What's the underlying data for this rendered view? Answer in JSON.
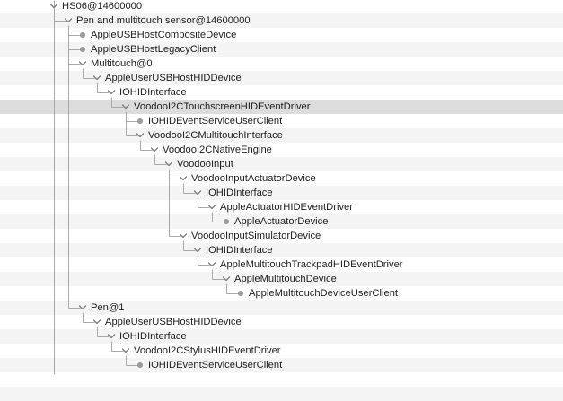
{
  "tree": {
    "nodes": [
      {
        "label": "HS06@14600000",
        "depth": 0,
        "kind": "open"
      },
      {
        "label": "Pen and multitouch sensor@14600000",
        "depth": 1,
        "kind": "open"
      },
      {
        "label": "AppleUSBHostCompositeDevice",
        "depth": 2,
        "kind": "leaf"
      },
      {
        "label": "AppleUSBHostLegacyClient",
        "depth": 2,
        "kind": "leaf"
      },
      {
        "label": "Multitouch@0",
        "depth": 2,
        "kind": "open"
      },
      {
        "label": "AppleUserUSBHostHIDDevice",
        "depth": 3,
        "kind": "open"
      },
      {
        "label": "IOHIDInterface",
        "depth": 4,
        "kind": "open"
      },
      {
        "label": "VoodooI2CTouchscreenHIDEventDriver",
        "depth": 5,
        "kind": "open",
        "selected": true
      },
      {
        "label": "IOHIDEventServiceUserClient",
        "depth": 6,
        "kind": "leaf"
      },
      {
        "label": "VoodooI2CMultitouchInterface",
        "depth": 6,
        "kind": "open"
      },
      {
        "label": "VoodooI2CNativeEngine",
        "depth": 7,
        "kind": "open"
      },
      {
        "label": "VoodooInput",
        "depth": 8,
        "kind": "open"
      },
      {
        "label": "VoodooInputActuatorDevice",
        "depth": 9,
        "kind": "open"
      },
      {
        "label": "IOHIDInterface",
        "depth": 10,
        "kind": "open"
      },
      {
        "label": "AppleActuatorHIDEventDriver",
        "depth": 11,
        "kind": "open"
      },
      {
        "label": "AppleActuatorDevice",
        "depth": 12,
        "kind": "leaf"
      },
      {
        "label": "VoodooInputSimulatorDevice",
        "depth": 9,
        "kind": "open"
      },
      {
        "label": "IOHIDInterface",
        "depth": 10,
        "kind": "open"
      },
      {
        "label": "AppleMultitouchTrackpadHIDEventDriver",
        "depth": 11,
        "kind": "open"
      },
      {
        "label": "AppleMultitouchDevice",
        "depth": 12,
        "kind": "open"
      },
      {
        "label": "AppleMultitouchDeviceUserClient",
        "depth": 13,
        "kind": "leaf"
      },
      {
        "label": "Pen@1",
        "depth": 2,
        "kind": "open"
      },
      {
        "label": "AppleUserUSBHostHIDDevice",
        "depth": 3,
        "kind": "open"
      },
      {
        "label": "IOHIDInterface",
        "depth": 4,
        "kind": "open"
      },
      {
        "label": "VoodooI2CStylusHIDEventDriver",
        "depth": 5,
        "kind": "open"
      },
      {
        "label": "IOHIDEventServiceUserClient",
        "depth": 6,
        "kind": "leaf"
      }
    ]
  },
  "colors": {
    "stripe": "#f4f4f4",
    "selection": "#dcdcdc",
    "line": "#a8a8a8",
    "chevron": "#7a7a7a",
    "text": "#1d1d1d"
  }
}
